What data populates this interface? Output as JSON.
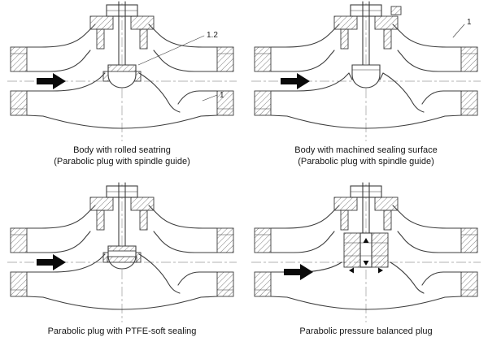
{
  "page": {
    "background": "#ffffff",
    "line_color": "#3c3c3c",
    "arrow_color": "#0a0a0a"
  },
  "diagrams": [
    {
      "id": "top-left",
      "caption_line1": "Body with rolled seatring",
      "caption_line2": "(Parabolic plug with spindle guide)",
      "labels": [
        "1.2",
        "1"
      ],
      "flow_arrow": "right"
    },
    {
      "id": "top-right",
      "caption_line1": "Body with machined sealing surface",
      "caption_line2": "(Parabolic plug with spindle guide)",
      "labels": [
        "1"
      ],
      "flow_arrow": "right"
    },
    {
      "id": "bottom-left",
      "caption_line1": "Parabolic plug with PTFE-soft sealing",
      "caption_line2": "",
      "labels": [],
      "flow_arrow": "right"
    },
    {
      "id": "bottom-right",
      "caption_line1": "Parabolic pressure balanced plug",
      "caption_line2": "",
      "labels": [],
      "flow_arrow": "right"
    }
  ]
}
